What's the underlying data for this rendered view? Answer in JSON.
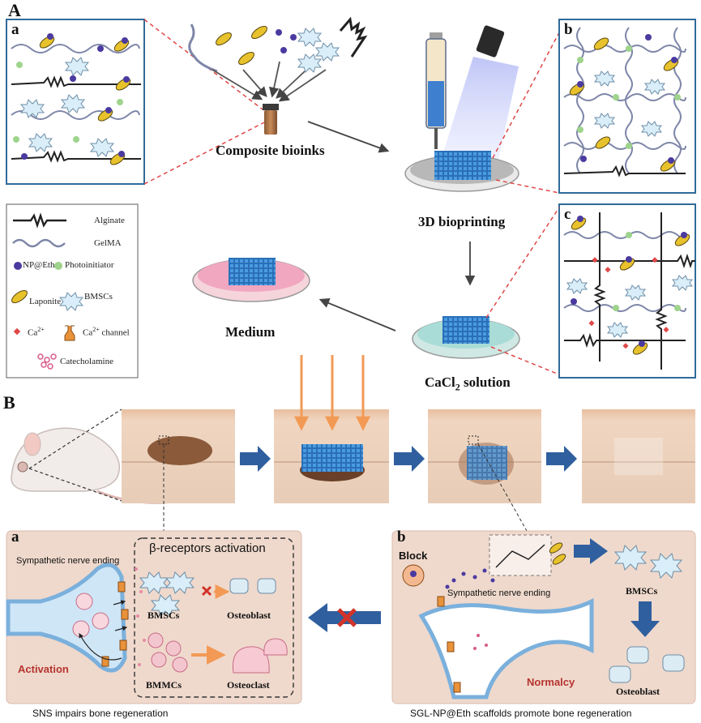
{
  "panel_labels": {
    "A": "A",
    "B": "B",
    "a_top": "a",
    "b_top": "b",
    "c_top": "c",
    "a_bottom": "a",
    "b_bottom": "b"
  },
  "steps": {
    "composite": "Composite bioinks",
    "bioprinting": "3D bioprinting",
    "cacl2_main": "CaCl",
    "cacl2_sub": "2",
    "cacl2_rest": " solution",
    "medium": "Medium"
  },
  "legend": {
    "alginate": "Alginate",
    "gelma": "GelMA",
    "np": "NP@Eth",
    "photoinitiator": "Photoinitiator",
    "laponite": "Laponite",
    "bmscs": "BMSCs",
    "ca_main": "Ca",
    "ca_sup": "2+",
    "channel_main": "Ca",
    "channel_sup": "2+",
    "channel_rest": " channel",
    "catecholamine": "Catecholamine"
  },
  "panel_a": {
    "nerve": "Sympathetic nerve ending",
    "receptor_title": "β-receptors activation",
    "bmscs": "BMSCs",
    "osteoblast": "Osteoblast",
    "bmmcs": "BMMCs",
    "osteoclast": "Osteoclast",
    "activation": "Activation",
    "caption": "SNS impairs bone regeneration"
  },
  "panel_b": {
    "block": "Block",
    "nerve": "Sympathetic nerve ending",
    "bmscs": "BMSCs",
    "osteoblast": "Osteoblast",
    "normalcy": "Normalcy",
    "caption": "SGL-NP@Eth scaffolds promote bone regeneration"
  },
  "colors": {
    "frame_blue": "#2f6b9a",
    "dash_red": "#e04848",
    "arrow_blue": "#2f5f9e",
    "arrow_orange": "#f29a55",
    "tissue": "#e8d2c2",
    "activation_red": "#b5332e",
    "scaffold_blue": "#3d8fd6"
  },
  "icons": [
    "syringe-icon",
    "uv-lamp-icon",
    "bioink-vial-icon",
    "petri-dish-icon",
    "rat-icon",
    "nerve-ending-icon",
    "cross-mark-icon",
    "calcium-channel-icon"
  ]
}
